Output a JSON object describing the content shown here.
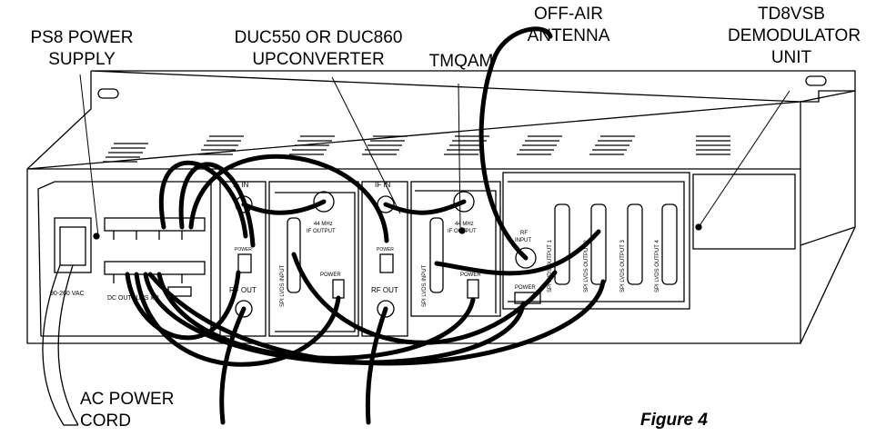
{
  "callouts": {
    "ps8": [
      "PS8 POWER",
      "SUPPLY"
    ],
    "duc": [
      "DUC550 OR DUC860",
      "UPCONVERTER"
    ],
    "tmqam": [
      "TMQAM"
    ],
    "antenna": [
      "OFF-AIR",
      "ANTENNA"
    ],
    "td8vsb": [
      "TD8VSB",
      "DEMODULATOR",
      "UNIT"
    ],
    "ac_cord": [
      "AC POWER",
      "CORD"
    ]
  },
  "figure_caption": "Figure 4",
  "panel_labels": {
    "power_supply_voltage": "90-260 VAC",
    "dc_outputs": "DC OUTPUTS x 8",
    "if_in": "IF IN",
    "rf_out": "RF OUT",
    "power_small": "POWER",
    "if_output_freq": "44 MHz",
    "if_output": "IF OUTPUT",
    "spi_lvds_input": "SPI LVDS INPUT",
    "power": "POWER",
    "rf": "RF",
    "input": "INPUT",
    "spi_lvds_output_1": "SPI LVDS OUTPUT 1",
    "spi_lvds_output_2": "SPI LVDS OUTPUT 2",
    "spi_lvds_output_3": "SPI LVDS OUTPUT 3",
    "spi_lvds_output_4": "SPI LVDS OUTPUT 4"
  },
  "colors": {
    "ink": "#000000",
    "paper": "#ffffff"
  }
}
